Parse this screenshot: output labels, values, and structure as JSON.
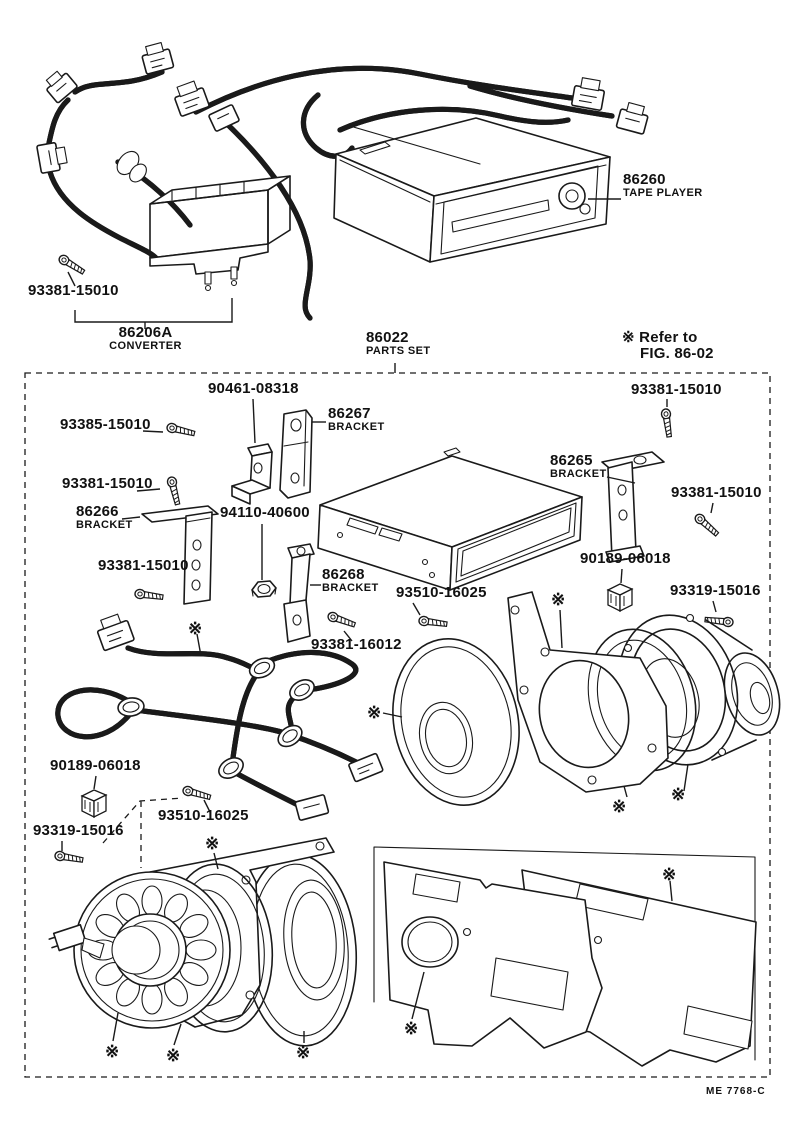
{
  "doc": {
    "footer_code": "ME 7768-C",
    "ref_mark": "※"
  },
  "top_assembly": {
    "screw": {
      "number": "93381-15010"
    },
    "converter": {
      "number": "86206A",
      "name": "CONVERTER"
    },
    "tape_player": {
      "number": "86260",
      "name": "TAPE PLAYER"
    }
  },
  "parts_set": {
    "number": "86022",
    "name": "PARTS SET",
    "note_mark": "※",
    "note_line1": "Refer to",
    "note_line2": "FIG. 86-02"
  },
  "callouts": {
    "bolt_top_right": {
      "number": "93381-15010"
    },
    "screw_93385": {
      "number": "93385-15010"
    },
    "clip_90461": {
      "number": "90461-08318"
    },
    "bracket_86267": {
      "number": "86267",
      "name": "BRACKET"
    },
    "bolt_left_upper": {
      "number": "93381-15010"
    },
    "bracket_86266": {
      "number": "86266",
      "name": "BRACKET"
    },
    "nut_94110": {
      "number": "94110-40600"
    },
    "bolt_left_lower": {
      "number": "93381-15010"
    },
    "bracket_86268": {
      "number": "86268",
      "name": "BRACKET"
    },
    "bracket_86265": {
      "number": "86265",
      "name": "BRACKET"
    },
    "bolt_right": {
      "number": "93381-15010"
    },
    "clip_right": {
      "number": "90189-06018"
    },
    "screw_right": {
      "number": "93319-15016"
    },
    "screw_mid": {
      "number": "93510-16025"
    },
    "bolt_16012": {
      "number": "93381-16012"
    },
    "clip_left": {
      "number": "90189-06018"
    },
    "screw_bottom_left": {
      "number": "93319-15016"
    },
    "screw_left_lower": {
      "number": "93510-16025"
    }
  },
  "colors": {
    "ink": "#1a1a1a",
    "paper": "#ffffff"
  }
}
